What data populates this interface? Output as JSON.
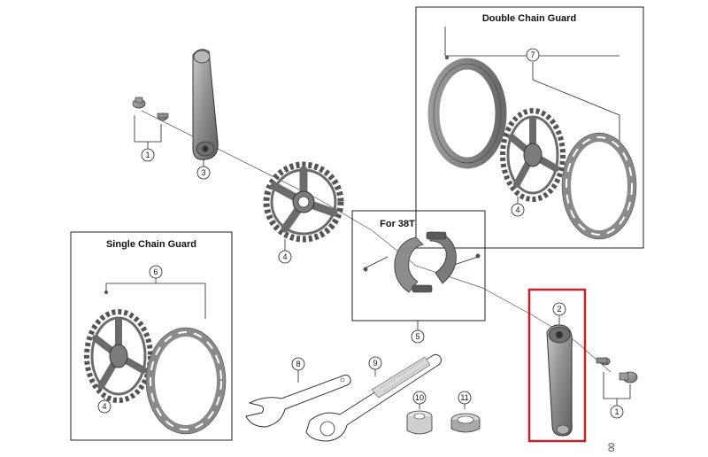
{
  "boxes": {
    "double_chain_guard": "Double Chain Guard",
    "single_chain_guard": "Single Chain Guard",
    "for_38t": "For 38T"
  },
  "callouts": {
    "c1_top": "1",
    "c3": "3",
    "c4_center": "4",
    "c7": "7",
    "c4_double": "4",
    "c6": "6",
    "c4_single": "4",
    "c5": "5",
    "c2": "2",
    "c1_right": "1",
    "c8": "8",
    "c9": "9",
    "c10": "10",
    "c11": "11"
  },
  "diagram_code": "00",
  "highlight_color": "#c8202a"
}
